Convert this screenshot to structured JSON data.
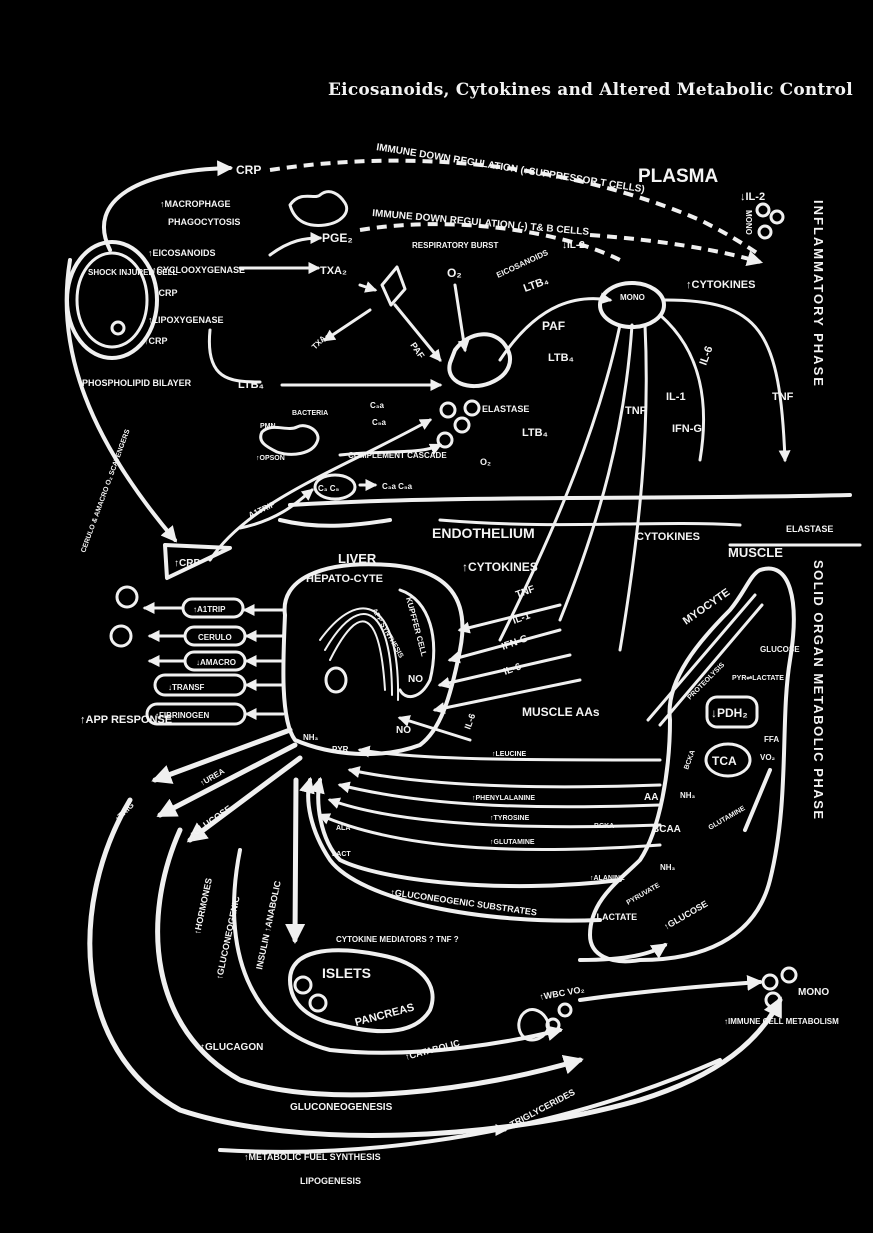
{
  "title": "Eicosanoids, Cytokines and Altered Metabolic Control",
  "phases": {
    "plasma": "PLASMA",
    "inflammatory": "INFLAMMATORY PHASE",
    "solid_organ": "SOLID ORGAN METABOLIC PHASE"
  },
  "labels": {
    "crp": "CRP",
    "immune_down_1": "IMMUNE DOWN REGULATION (↑SUPPRESSOR T CELLS)",
    "immune_down_2": "IMMUNE DOWN REGULATION (-) T& B CELLS",
    "il2_plasma": "↓IL-2",
    "il2_b": "↓IL-2",
    "mono_plasma": "MONO",
    "macrophage": "↑MACROPHAGE",
    "phagocytosis": "PHAGOCYTOSIS",
    "eicosanoids": "↑EICOSANOIDS",
    "cyclooxygenase": "↑CYCLOOXYGENASE",
    "crp_up1": "↑CRP",
    "lipoxygenase": "↑LIPOXYGENASE",
    "crp_up2": "↑CRP",
    "shock_cell": "SHOCK INJURED CELL",
    "phospholipid": "PHOSPHOLIPID BILAYER",
    "pge2": "PGE₂",
    "txa2": "TXA₂",
    "txa2_b": "TXA₂",
    "ltb4": "LTB₄",
    "ltb4_b": "LTB₄",
    "ltb4_c": "LTB₄",
    "ltb4_d": "LTB₄",
    "paf": "PAF",
    "paf_b": "PAF",
    "respiratory": "RESPIRATORY BURST",
    "o2": "O₂",
    "o2_b": "O₂",
    "eicosanoids_b": "EICOSANOIDS",
    "mono_box": "MONO",
    "cytokines_up": "↑CYTOKINES",
    "il6_a": "IL-6",
    "il1_a": "IL-1",
    "tnf_a": "TNF",
    "ifng_a": "IFN-G",
    "tnf_b": "TNF",
    "elastase": "ELASTASE",
    "elastase_b": "ELASTASE",
    "pmn": "PMN",
    "bacteria": "BACTERIA",
    "opsonin": "↑OPSON",
    "complement": "COMPLEMENT CASCADE",
    "c3a": "C₃a",
    "c5a": "C₅a",
    "c3c5": "C₃ C₅",
    "c3a_c5a": "C₃a C₅a",
    "a1trip": "A1TRIP",
    "endothelium": "ENDOTHELIUM",
    "cytokines_b": "CYTOKINES",
    "crp_box": "↑CRP",
    "liver": "LIVER",
    "hepatocyte": "HEPATO-CYTE",
    "kupffer": "KUPFFER CELL",
    "app_synthesis": "APP SYNTHESIS",
    "cytokines_c": "↑CYTOKINES",
    "tnf_c": "TNF",
    "il1_c": "IL-1",
    "ifng_c": "IFN-G",
    "il6_c": "IL-6",
    "il6_d": "IL-6",
    "no_a": "NO",
    "no_b": "NO",
    "muscle": "MUSCLE",
    "myocyte": "MYOCYTE",
    "muscle_aas": "MUSCLE AAs",
    "glucose_m": "GLUCOSE",
    "pyruvate_lactate": "PYR⇌LACTATE",
    "proteolysis": "PROTEOLYSIS",
    "pdh": "↓PDH₂",
    "tca": "TCA",
    "ffa": "FFA",
    "vo2": "VO₂",
    "bcka": "BCKA",
    "bcka_b": "BCKA",
    "aa": "AA",
    "nh3": "NH₃",
    "nh3_b": "NH₃",
    "bcaa": "BCAA",
    "glutamine_m": "GLUTAMINE",
    "alanine": "↑ALANINE",
    "pyruvate": "PYRUVATE",
    "lactate": "↑LACTATE",
    "leucine": "↑LEUCINE",
    "phenylalanine": "↑PHENYLALANINE",
    "tyrosine": "↑TYROSINE",
    "glutamine": "↑GLUTAMINE",
    "ala": "ALA",
    "lact": "LACT",
    "gluconeogenic_substrates": "↑GLUCONEOGENIC SUBSTRATES",
    "a1trip_b": "↑A1TRIP",
    "cerulo": "CERULO",
    "amacro": "↓AMACRO",
    "transf": "↓TRANSF",
    "fibrinogen": "↑FIBRINOGEN",
    "app_response": "↑APP RESPONSE",
    "scavengers": "CERULO & AMACRO O₂ SCAVENGERS",
    "nh3_l": "NH₃",
    "pyr_l": "PYR",
    "trig": "↑TRIG",
    "urea": "↑UREA",
    "glucose_l": "↑GLUCOSE",
    "hormones": "↑HORMONES",
    "gluconeogenic": "↑GLUCONEOGENIC",
    "insulin": "INSULIN ↑ANABOLIC",
    "cytokine_mediators": "CYTOKINE MEDIATORS ? TNF ?",
    "islets": "ISLETS",
    "pancreas": "PANCREAS",
    "glucagon": "↑GLUCAGON",
    "catabolic": "↑CATABOLIC",
    "wbc_vo2": "↑WBC VO₂",
    "glucose_b": "↑GLUCOSE",
    "mono_b": "MONO",
    "immune_cell": "↑IMMUNE CELL METABOLISM",
    "gluconeogenesis": "GLUCONEOGENESIS",
    "triglycerides": "↑TRIGLYCERIDES",
    "metabolic_fuel": "↑METABOLIC FUEL SYNTHESIS",
    "lipogenesis": "LIPOGENESIS"
  }
}
